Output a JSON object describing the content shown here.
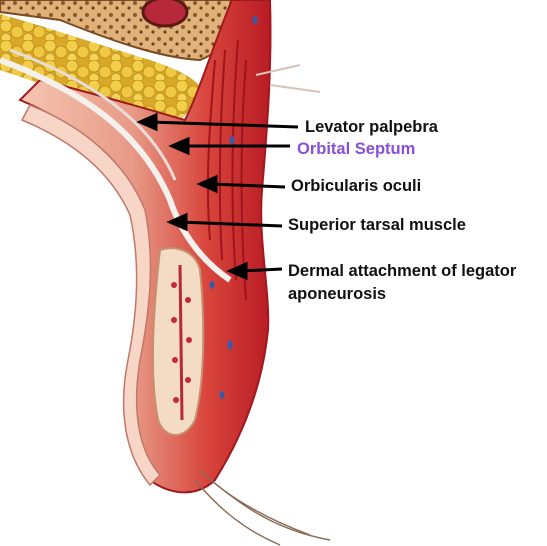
{
  "labels": {
    "levator_palpebra": "Levator palpebra",
    "orbital_septum": "Orbital Septum",
    "orbicularis_oculi": "Orbicularis oculi",
    "superior_tarsal_muscle": "Superior tarsal muscle",
    "dermal_attachment_line1": "Dermal attachment of legator",
    "dermal_attachment_line2": "aponeurosis"
  },
  "colors": {
    "label_text": "#111111",
    "highlight_label": "#8a4fd6",
    "arrow": "#000000",
    "skin_red": "#c0202a",
    "muscle_pink": "#f0b8a6",
    "fat_yellow": "#e8c23a",
    "bone_tan": "#d9a86a"
  }
}
